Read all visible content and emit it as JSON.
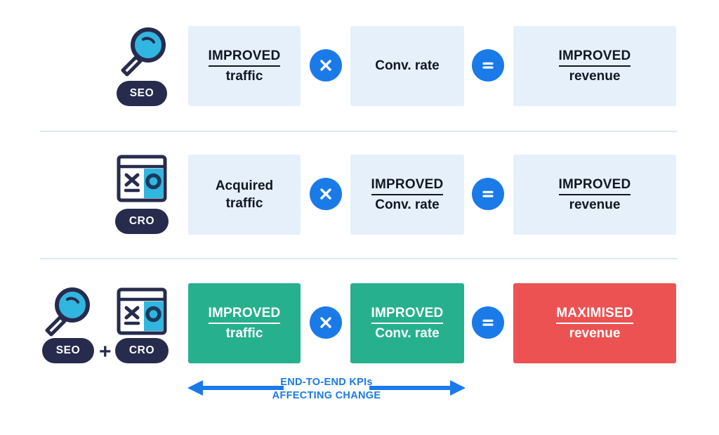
{
  "diagram": {
    "title": "SEO and CRO end-to-end KPI formula diagram",
    "colors": {
      "light_box": "#E6F0FB",
      "teal_box": "#26B08D",
      "red_box": "#EC5252",
      "operator_blue": "#1A7AE8",
      "pill_navy": "#272B4D",
      "icon_cyan": "#31B6E0",
      "icon_navy": "#272B4D",
      "divider": "#DCE8F7",
      "caption_blue": "#1A7AE8",
      "background": "#FFFFFF"
    },
    "rows": [
      {
        "id": "row-seo",
        "label": "SEO",
        "icons": [
          {
            "name": "magnifier-icon",
            "label": "SEO"
          }
        ],
        "boxes": [
          {
            "id": "seo-traffic",
            "line1": "IMPROVED",
            "line2": "traffic",
            "tone": "light",
            "underline": true
          },
          {
            "id": "seo-conv-rate",
            "line1": "",
            "line2": "Conv. rate",
            "tone": "light",
            "underline": false
          },
          {
            "id": "seo-revenue",
            "line1": "IMPROVED",
            "line2": "revenue",
            "tone": "light",
            "underline": true
          }
        ],
        "operators": [
          {
            "id": "seo-multiply",
            "symbol": "multiply"
          },
          {
            "id": "seo-equals",
            "symbol": "equals"
          }
        ]
      },
      {
        "id": "row-cro",
        "label": "CRO",
        "icons": [
          {
            "name": "ab-test-window-icon",
            "label": "CRO"
          }
        ],
        "boxes": [
          {
            "id": "cro-traffic",
            "line1": "Acquired",
            "line2": "traffic",
            "tone": "light",
            "underline": false
          },
          {
            "id": "cro-conv-rate",
            "line1": "IMPROVED",
            "line2": "Conv. rate",
            "tone": "light",
            "underline": true
          },
          {
            "id": "cro-revenue",
            "line1": "IMPROVED",
            "line2": "revenue",
            "tone": "light",
            "underline": true
          }
        ],
        "operators": [
          {
            "id": "cro-multiply",
            "symbol": "multiply"
          },
          {
            "id": "cro-equals",
            "symbol": "equals"
          }
        ]
      },
      {
        "id": "row-seo-cro",
        "label": "SEO + CRO",
        "plus": "+",
        "icons": [
          {
            "name": "magnifier-icon",
            "label": "SEO"
          },
          {
            "name": "ab-test-window-icon",
            "label": "CRO"
          }
        ],
        "boxes": [
          {
            "id": "combo-traffic",
            "line1": "IMPROVED",
            "line2": "traffic",
            "tone": "teal",
            "underline": true
          },
          {
            "id": "combo-conv-rate",
            "line1": "IMPROVED",
            "line2": "Conv. rate",
            "tone": "teal",
            "underline": true
          },
          {
            "id": "combo-revenue",
            "line1": "MAXIMISED",
            "line2": "revenue",
            "tone": "red",
            "underline": true
          }
        ],
        "operators": [
          {
            "id": "combo-multiply",
            "symbol": "multiply"
          },
          {
            "id": "combo-equals",
            "symbol": "equals"
          }
        ]
      }
    ],
    "caption": {
      "line1": "END-TO-END KPIs",
      "line2": "AFFECTING CHANGE"
    }
  }
}
